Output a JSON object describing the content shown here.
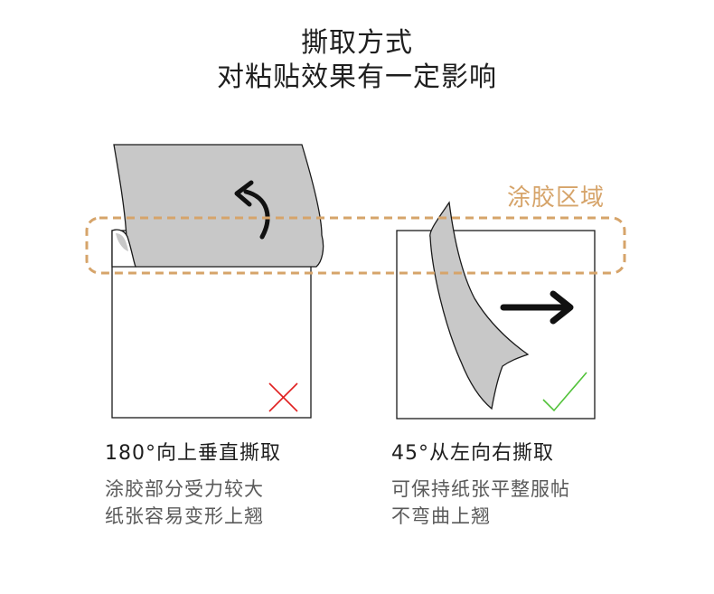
{
  "header": {
    "title_line1": "撕取方式",
    "title_line2": "对粘贴效果有一定影响"
  },
  "zone": {
    "label": "涂胶区域",
    "color": "#d6a46a"
  },
  "left_panel": {
    "caption": "180°向上垂直撕取",
    "desc_line1": "涂胶部分受力较大",
    "desc_line2": "纸张容易变形上翘",
    "mark": "cross-icon",
    "mark_color": "#e02020"
  },
  "right_panel": {
    "caption": "45°从左向右撕取",
    "desc_line1": "可保持纸张平整服帖",
    "desc_line2": "不弯曲上翘",
    "mark": "check-icon",
    "mark_color": "#52c23a"
  },
  "colors": {
    "paper": "#c8c8c8",
    "outline": "#1a1a1a",
    "arrow": "#111111"
  }
}
